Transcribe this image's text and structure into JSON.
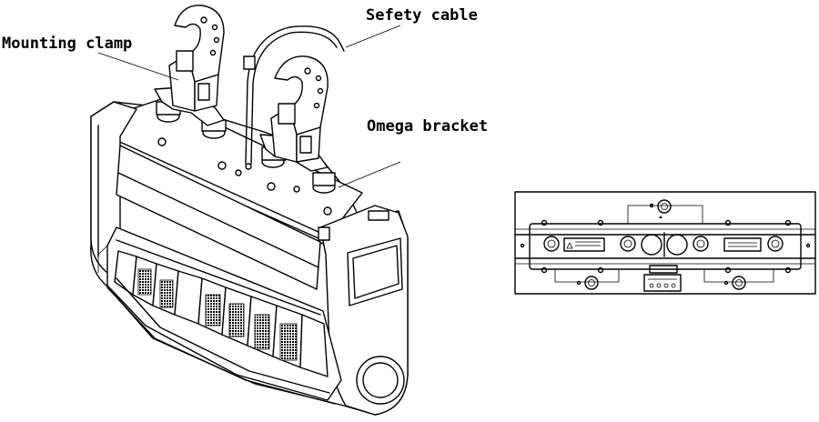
{
  "labels": {
    "mounting_clamp": "Mounting clamp",
    "safety_cable": "Sefety cable",
    "omega_bracket": "Omega bracket"
  },
  "colors": {
    "line": "#000000",
    "background": "#ffffff"
  }
}
